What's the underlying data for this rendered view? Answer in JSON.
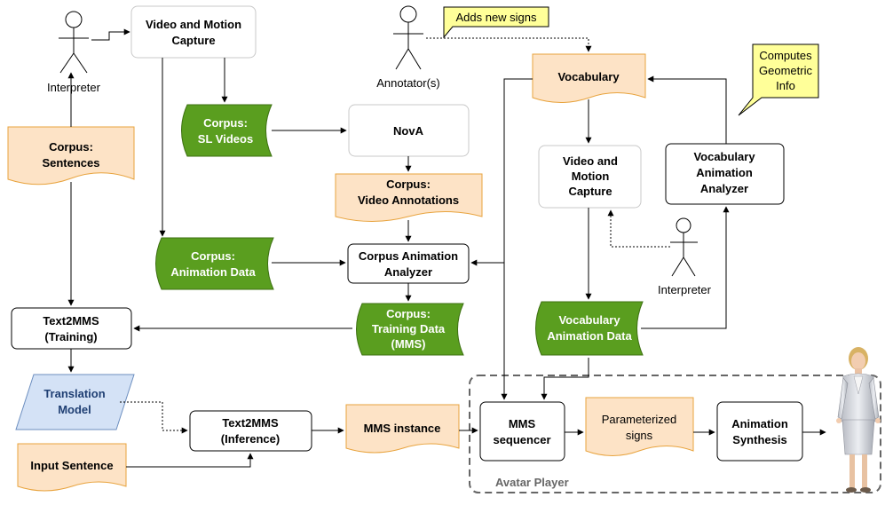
{
  "nodes": {
    "video_capture_top": [
      "Video and Motion",
      "Capture"
    ],
    "corpus_sl_videos": [
      "Corpus:",
      "SL Videos"
    ],
    "nova": [
      "NovA"
    ],
    "corpus_video_annotations": [
      "Corpus:",
      "Video Annotations"
    ],
    "corpus_sentences": [
      "Corpus:",
      "Sentences"
    ],
    "corpus_animation_data": [
      "Corpus:",
      "Animation Data"
    ],
    "corpus_animation_analyzer": [
      "Corpus Animation",
      "Analyzer"
    ],
    "corpus_training_data": [
      "Corpus:",
      "Training Data",
      "(MMS)"
    ],
    "text2mms_training": [
      "Text2MMS",
      "(Training)"
    ],
    "translation_model": [
      "Translation",
      "Model"
    ],
    "text2mms_inference": [
      "Text2MMS",
      "(Inference)"
    ],
    "input_sentence": [
      "Input Sentence"
    ],
    "mms_instance": [
      "MMS instance"
    ],
    "vocabulary": [
      "Vocabulary"
    ],
    "video_capture_right": [
      "Video and",
      "Motion",
      "Capture"
    ],
    "vocabulary_animation_analyzer": [
      "Vocabulary",
      "Animation",
      "Analyzer"
    ],
    "vocabulary_animation_data": [
      "Vocabulary",
      "Animation Data"
    ],
    "mms_sequencer": [
      "MMS",
      "sequencer"
    ],
    "parameterized_signs": [
      "Parameterized",
      "signs"
    ],
    "animation_synthesis": [
      "Animation",
      "Synthesis"
    ]
  },
  "actors": {
    "interpreter_left": "Interpreter",
    "annotators": "Annotator(s)",
    "interpreter_right": "Interpreter"
  },
  "callouts": {
    "adds_new_signs": [
      "Adds new signs"
    ],
    "computes_geometric": [
      "Computes",
      "Geometric",
      "Info"
    ]
  },
  "groups": {
    "avatar_player": "Avatar Player"
  },
  "colors": {
    "green_store": "#5a9e1f",
    "orange_doc": "#fde3c6",
    "orange_border": "#e8a33d",
    "blue_model": "#d4e2f6",
    "blue_border": "#6c8ebf",
    "callout": "#ffff99"
  }
}
